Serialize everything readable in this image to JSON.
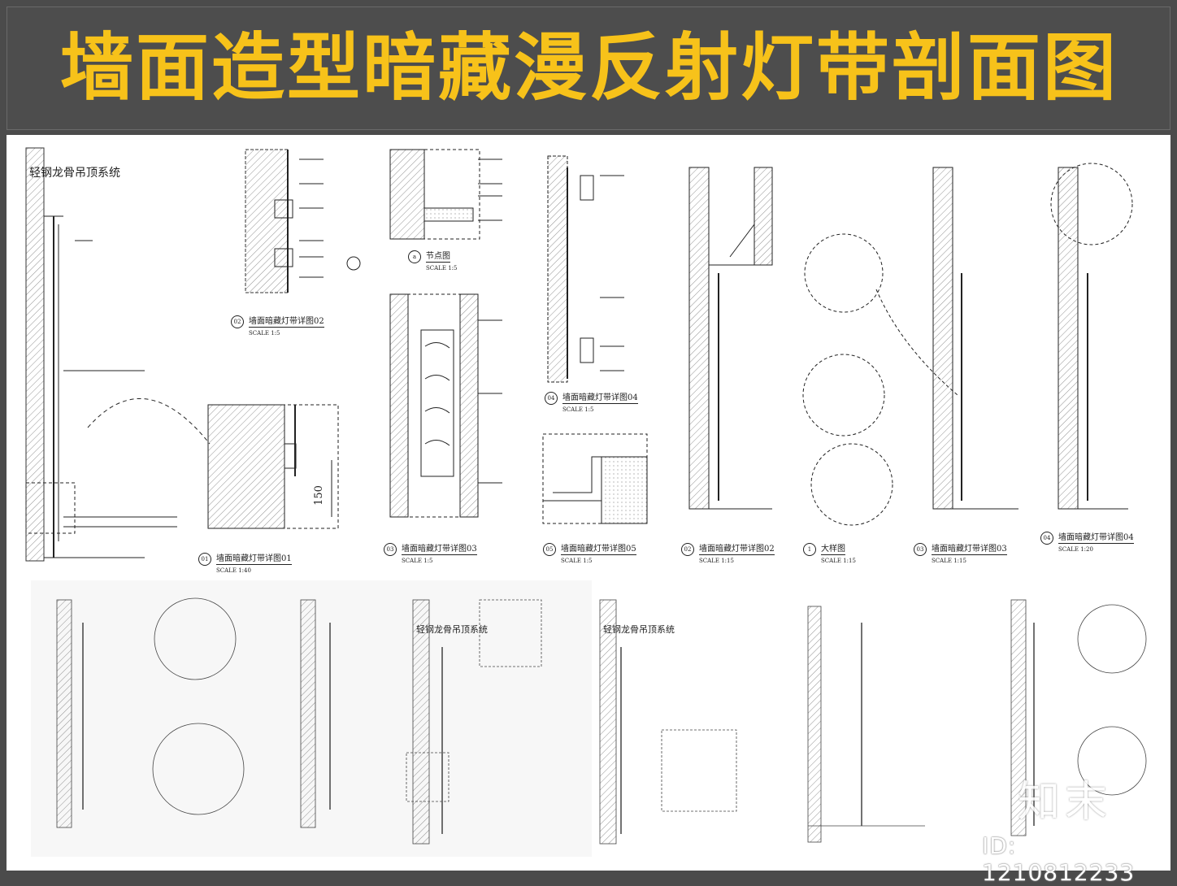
{
  "title": "墙面造型暗藏漫反射灯带剖面图",
  "labels": {
    "ceiling_system_1": "轻钢龙骨吊顶系统",
    "ceiling_system_2": "轻钢龙骨吊顶系统",
    "ceiling_system_3": "轻钢龙骨吊顶系统",
    "dim_150": "150",
    "node_a": "节点图"
  },
  "captions": [
    {
      "num": "01",
      "title": "墙面暗藏灯带详图01",
      "scale": "SCALE 1:40"
    },
    {
      "num": "02",
      "title": "墙面暗藏灯带详图02",
      "scale": "SCALE 1:5"
    },
    {
      "num": "a",
      "title": "节点图",
      "scale": "SCALE 1:5"
    },
    {
      "num": "03",
      "title": "墙面暗藏灯带详图03",
      "scale": "SCALE 1:5"
    },
    {
      "num": "04",
      "title": "墙面暗藏灯带详图04",
      "scale": "SCALE 1:5"
    },
    {
      "num": "05",
      "title": "墙面暗藏灯带详图05",
      "scale": "SCALE 1:5"
    },
    {
      "num": "02",
      "title": "墙面暗藏灯带详图02",
      "scale": "SCALE 1:15"
    },
    {
      "num": "1",
      "title": "大样图",
      "scale": "SCALE 1:15"
    },
    {
      "num": "03",
      "title": "墙面暗藏灯带详图03",
      "scale": "SCALE 1:15"
    },
    {
      "num": "04",
      "title": "墙面暗藏灯带详图04",
      "scale": "SCALE 1:20"
    }
  ],
  "watermark": {
    "logo": "知末",
    "id": "ID: 1210812233"
  }
}
